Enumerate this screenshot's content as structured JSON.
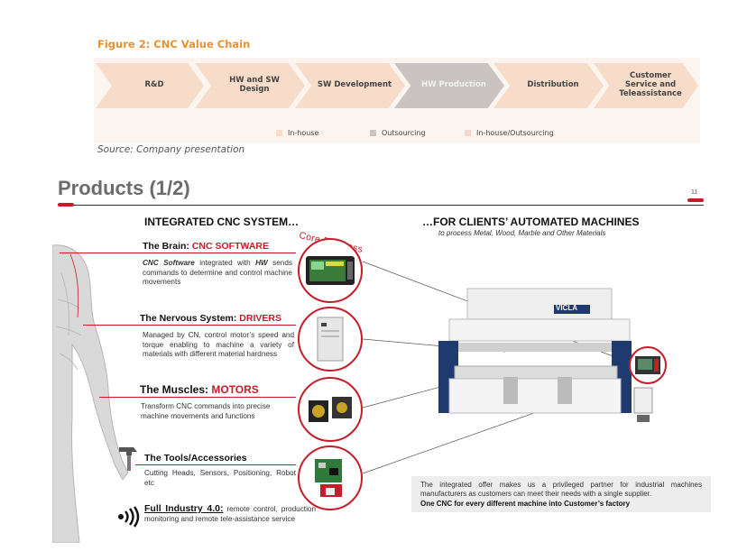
{
  "figure": {
    "title": "Figure 2: CNC Value Chain",
    "steps": [
      {
        "label": "R&D",
        "type": "inhouse"
      },
      {
        "label": "HW and SW Design",
        "type": "inhouse"
      },
      {
        "label": "SW Development",
        "type": "inhouse"
      },
      {
        "label": "HW Production",
        "type": "outsourcing"
      },
      {
        "label": "Distribution",
        "type": "inhouse"
      },
      {
        "label": "Customer Service and Teleassistance",
        "type": "inhouse"
      }
    ],
    "legend": [
      "In-house",
      "Outsourcing",
      "In-house/Outsourcing"
    ],
    "colors": {
      "inhouse": "#f7dcc9",
      "outsourcing": "#c9c3c2",
      "mixed": "#f3d9cf",
      "accent": "#e8912e"
    },
    "source": "Source: Company presentation"
  },
  "slide": {
    "title": "Products (1/2)",
    "page": "11",
    "left_header": "INTEGRATED CNC SYSTEM…",
    "right_header": "…FOR CLIENTS’ AUTOMATED MACHINES",
    "right_sub": "to process Metal, Wood, Marble and Other Materials",
    "core_business": "Core Business",
    "brain": {
      "prefix": "The Brain: ",
      "highlight": "CNC SOFTWARE",
      "text_a": "CNC Software",
      "text_b": " integrated with ",
      "text_c": "HW",
      "text_d": " sends commands to determine and control machine movements"
    },
    "nervous": {
      "prefix": "The Nervous System: ",
      "highlight": "DRIVERS",
      "text": "Managed by CN, control motor’s speed and torque enabling to machine a variety of materials with different material hardness"
    },
    "muscles": {
      "prefix": "The Muscles: ",
      "highlight": "MOTORS",
      "text": "Transform CNC commands into precise machine movements and functions"
    },
    "tools": {
      "title": "The Tools/Accessories",
      "text": "Cutting Heads, Sensors, Positioning, Robot etc"
    },
    "industry": {
      "title": "Full Industry 4.0:",
      "text": " remote control, production monitoring and remote tele-assistance service"
    },
    "machine_brand": "VICLA",
    "info": {
      "text": "The integrated offer makes us a privileged partner for industrial machines manufacturers as customers can meet their needs with a single supplier.",
      "bold": "One CNC for every different machine into Customer’s factory"
    },
    "accent_color": "#c41e2a"
  }
}
